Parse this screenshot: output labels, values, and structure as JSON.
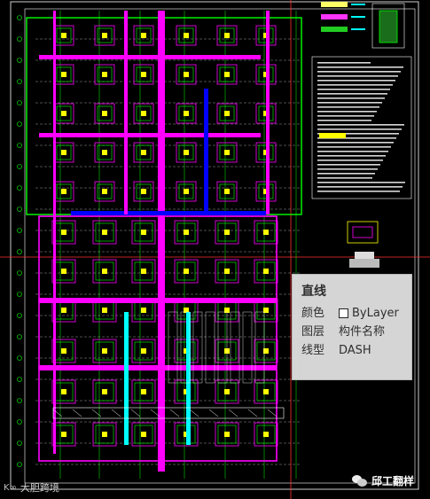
{
  "tooltip": {
    "title": "直线",
    "rows": [
      {
        "key": "颜色",
        "value": "ByLayer"
      },
      {
        "key": "图层",
        "value": "构件名称"
      },
      {
        "key": "线型",
        "value": "DASH"
      }
    ]
  },
  "watermark_left": {
    "logo": "K∞",
    "text": "大胆跨境"
  },
  "watermark_right": {
    "text": "邱工翻样"
  },
  "colors": {
    "background": "#000000",
    "magenta": "#ff00ff",
    "green": "#00ff00",
    "yellow": "#ffff00",
    "cyan": "#00ffff",
    "blue": "#0000ff",
    "white": "#ffffff",
    "red": "#ff0000"
  }
}
